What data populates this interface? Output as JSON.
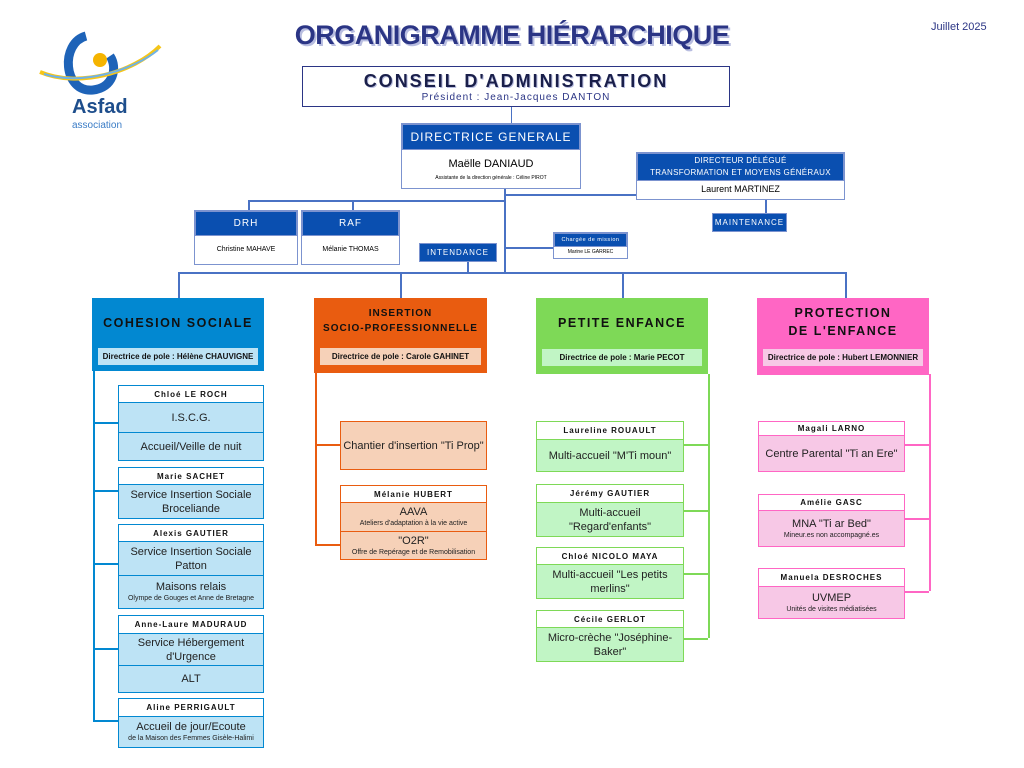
{
  "header": {
    "title": "ORGANIGRAMME HIÉRARCHIQUE",
    "date": "Juillet 2025",
    "logo_text": "Asfad",
    "logo_sub": "association"
  },
  "conseil": {
    "title": "CONSEIL D'ADMINISTRATION",
    "president": "Président : Jean-Jacques DANTON"
  },
  "dg": {
    "title": "DIRECTRICE GENERALE",
    "name": "Maëlle DANIAUD",
    "assistant": "Assistante de la direction générale : Céline PIROT"
  },
  "ddg": {
    "title1": "DIRECTEUR DÉLÉGUÉ",
    "title2": "TRANSFORMATION ET MOYENS GÉNÉRAUX",
    "name": "Laurent MARTINEZ",
    "maintenance": "MAINTENANCE"
  },
  "drh": {
    "title": "DRH",
    "name": "Christine MAHAVE"
  },
  "raf": {
    "title": "RAF",
    "name": "Mélanie THOMAS"
  },
  "intendance": "INTENDANCE",
  "mission": {
    "title": "Chargée de mission",
    "name": "Marine LE GARREC"
  },
  "colors": {
    "navy": "#2b3585",
    "blue": "#0a4fb0",
    "cohesion": "#0288d1",
    "insertion": "#e95c10",
    "petite": "#7ed957",
    "protection": "#ff66c4"
  },
  "poles": [
    {
      "title": "COHESION SOCIALE",
      "director": "Directrice de pole : Hélène CHAUVIGNE",
      "cards": [
        {
          "name": "Chloé LE ROCH",
          "services": [
            {
              "title": "I.S.C.G."
            },
            {
              "title": "Accueil/Veille de nuit"
            }
          ]
        },
        {
          "name": "Marie SACHET",
          "services": [
            {
              "title": "Service Insertion Sociale Broceliande"
            }
          ]
        },
        {
          "name": "Alexis GAUTIER",
          "services": [
            {
              "title": "Service Insertion Sociale Patton"
            },
            {
              "title": "Maisons relais",
              "subtitle": "Olympe de Gouges et Anne de Bretagne"
            }
          ]
        },
        {
          "name": "Anne-Laure MADURAUD",
          "services": [
            {
              "title": "Service Hébergement d'Urgence"
            },
            {
              "title": "ALT"
            }
          ]
        },
        {
          "name": "Aline PERRIGAULT",
          "services": [
            {
              "title": "Accueil de jour/Ecoute",
              "subtitle": "de la Maison des Femmes Gisèle-Halimi"
            }
          ]
        }
      ]
    },
    {
      "title": "INSERTION SOCIO-PROFESSIONNELLE",
      "director": "Directrice de pole : Carole GAHINET",
      "cards": [
        {
          "name": "",
          "services": [
            {
              "title": "Chantier d'insertion \"Ti Prop\""
            }
          ]
        },
        {
          "name": "Mélanie HUBERT",
          "services": [
            {
              "title": "AAVA",
              "subtitle": "Ateliers d'adaptation à la vie active"
            },
            {
              "title": "\"O2R\"",
              "subtitle": "Offre de Repérage et de Remobilisation"
            }
          ]
        }
      ]
    },
    {
      "title": "PETITE ENFANCE",
      "director": "Directrice de pole : Marie PECOT",
      "cards": [
        {
          "name": "Laureline ROUAULT",
          "services": [
            {
              "title": "Multi-accueil \"M'Ti moun\""
            }
          ]
        },
        {
          "name": "Jérémy GAUTIER",
          "services": [
            {
              "title": "Multi-accueil \"Regard'enfants\""
            }
          ]
        },
        {
          "name": "Chloé NICOLO MAYA",
          "services": [
            {
              "title": "Multi-accueil \"Les petits merlins\""
            }
          ]
        },
        {
          "name": "Cécile GERLOT",
          "services": [
            {
              "title": "Micro-crèche \"Joséphine-Baker\""
            }
          ]
        }
      ]
    },
    {
      "title": "PROTECTION DE L'ENFANCE",
      "director": "Directrice de pole : Hubert LEMONNIER",
      "cards": [
        {
          "name": "Magali LARNO",
          "services": [
            {
              "title": "Centre Parental \"Ti an Ere\""
            }
          ]
        },
        {
          "name": "Amélie GASC",
          "services": [
            {
              "title": "MNA \"Ti ar Bed\"",
              "subtitle": "Mineur.es non accompagné.es"
            }
          ]
        },
        {
          "name": "Manuela DESROCHES",
          "services": [
            {
              "title": "UVMEP",
              "subtitle": "Unités de visites médiatisées"
            }
          ]
        }
      ]
    }
  ]
}
